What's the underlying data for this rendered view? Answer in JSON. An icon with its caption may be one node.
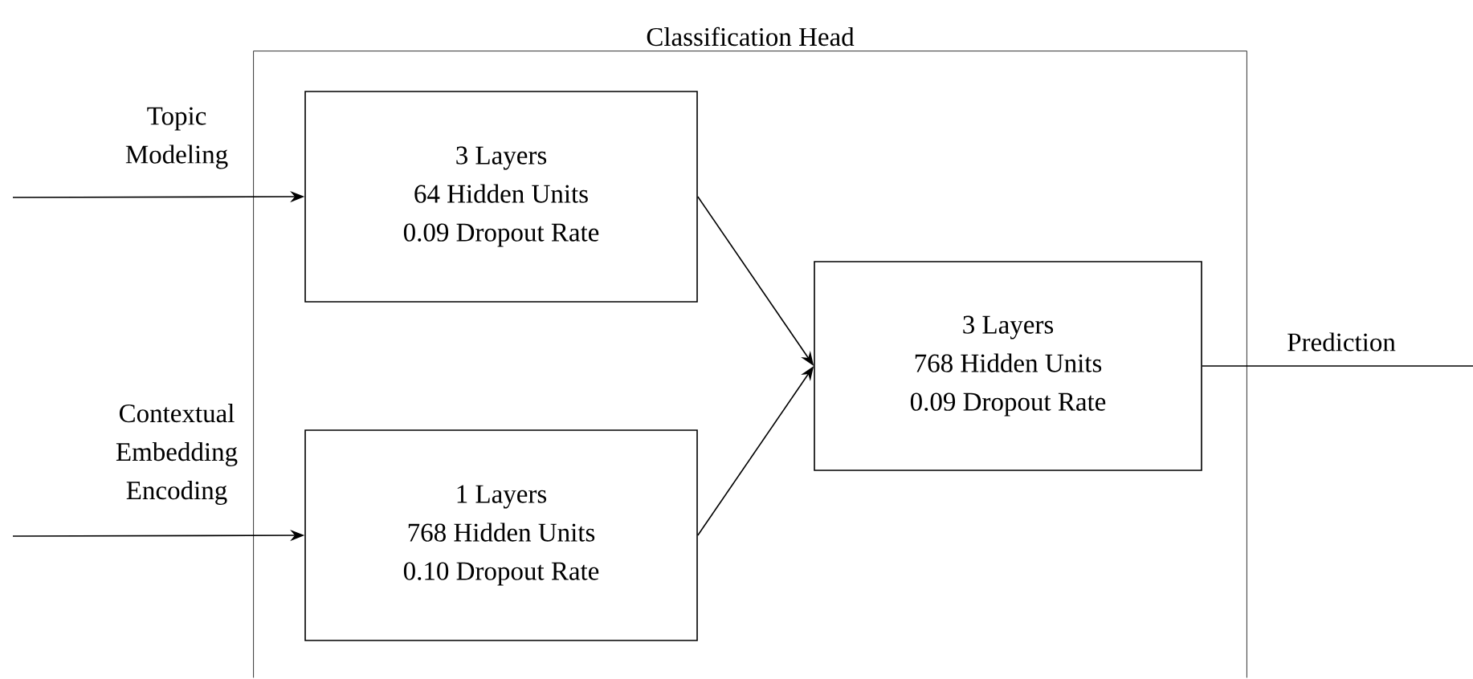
{
  "diagram": {
    "nodes": [
      {
        "text": [
          "Classification Head"
        ]
      },
      {
        "text": [
          "3 Layers",
          "64 Hidden Units",
          "0.09 Dropout Rate"
        ],
        "in": 0
      },
      {
        "text": [
          "1 Layers",
          "768 Hidden Units",
          "0.10 Dropout Rate"
        ],
        "in": 0
      },
      {
        "text": [
          "3 Layers",
          "768 Hidden Units",
          "0.09 Dropout Rate"
        ],
        "in": 0
      }
    ],
    "edges": [
      {
        "from": null,
        "to": 1,
        "arrow": "to",
        "label": "Topic Modeling"
      },
      {
        "from": null,
        "to": 2,
        "arrow": "to",
        "label": "Contextual Embedding Encoding"
      },
      {
        "from": 1,
        "to": 3,
        "arrow": "to"
      },
      {
        "from": 2,
        "to": 3,
        "arrow": "to"
      },
      {
        "from": 3,
        "to": null,
        "arrow": "none",
        "label": "Prediction"
      }
    ]
  }
}
